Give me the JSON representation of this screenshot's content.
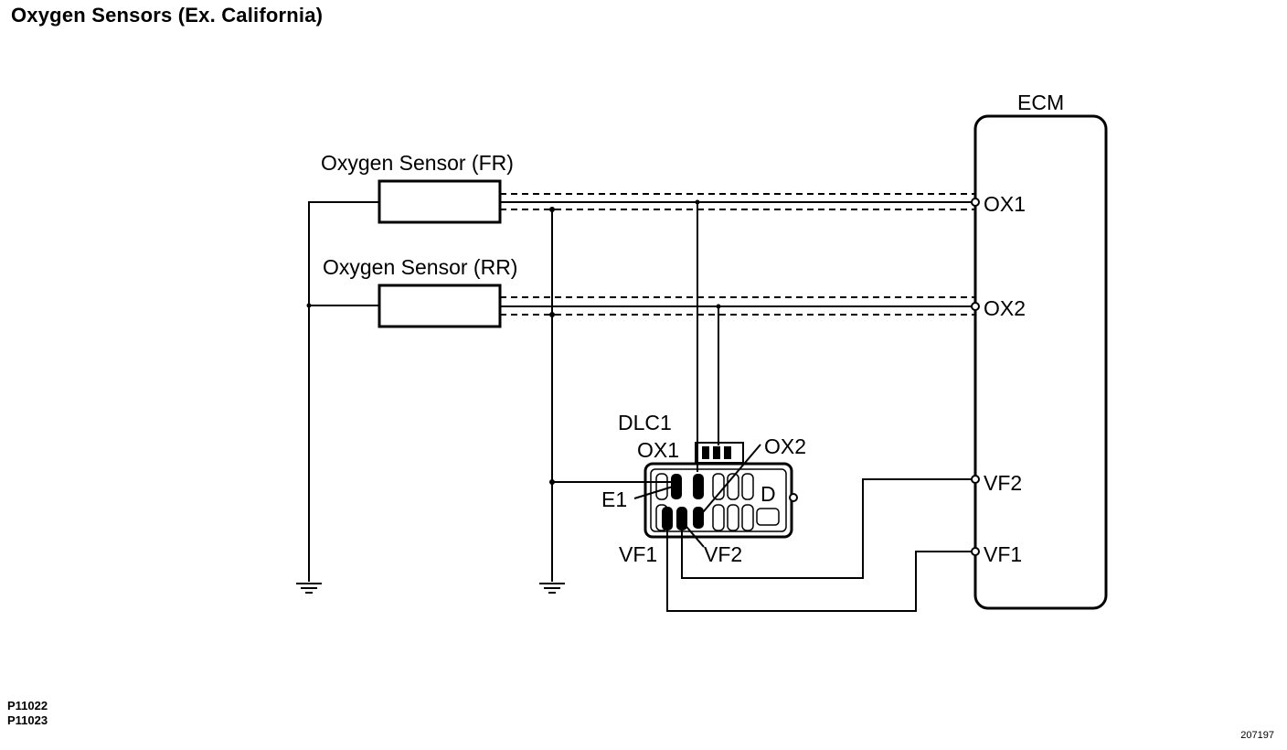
{
  "title": "Oxygen Sensors (Ex. California)",
  "components": {
    "sensor_fr": "Oxygen Sensor (FR)",
    "sensor_rr": "Oxygen Sensor (RR)",
    "ecm": "ECM",
    "dlc": "DLC1"
  },
  "ecm_pins": {
    "ox1": "OX1",
    "ox2": "OX2",
    "vf2": "VF2",
    "vf1": "VF1"
  },
  "dlc_pins": {
    "ox1": "OX1",
    "ox2": "OX2",
    "e1": "E1",
    "vf1": "VF1",
    "vf2": "VF2"
  },
  "dlc_symbol": "D",
  "refs": [
    "P11022",
    "P11023"
  ],
  "figure_number": "207197"
}
